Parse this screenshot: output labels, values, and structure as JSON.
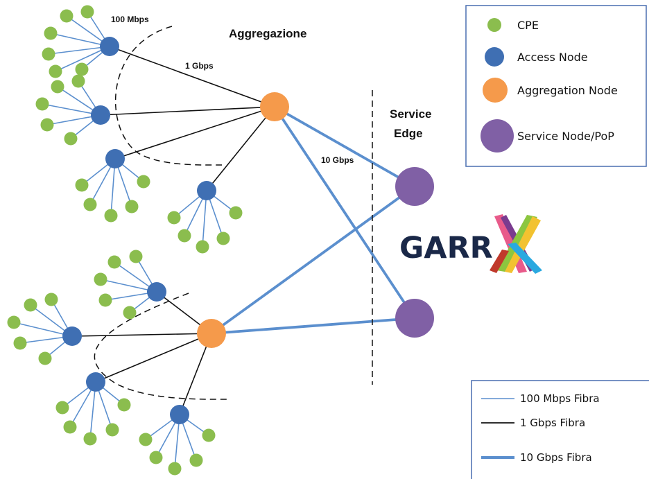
{
  "labels": {
    "speed_100": "100 Mbps",
    "speed_1g": "1 Gbps",
    "speed_10g": "10 Gbps",
    "aggregation": "Aggregazione",
    "service_edge_line1": "Service",
    "service_edge_line2": "Edge"
  },
  "logo": {
    "text": "GARR",
    "color": "#1a2848"
  },
  "legend_nodes": [
    {
      "label": "CPE",
      "color": "#8bbd4e",
      "icon": "cpe-dot"
    },
    {
      "label": "Access Node",
      "color": "#3f6fb3",
      "icon": "access-node-dot"
    },
    {
      "label": "Aggregation Node",
      "color": "#f59a4b",
      "icon": "aggregation-node-dot"
    },
    {
      "label": "Service Node/PoP",
      "color": "#8060a5",
      "icon": "service-node-dot"
    }
  ],
  "legend_links": [
    {
      "label": "100 Mbps Fibra",
      "color": "#5b8fce",
      "style": "thin"
    },
    {
      "label": "1 Gbps Fibra",
      "color": "#111111",
      "style": "medium"
    },
    {
      "label": "10 Gbps Fibra",
      "color": "#5b8fce",
      "style": "thick"
    }
  ],
  "colors": {
    "cpe": "#8bbd4e",
    "access": "#3f6fb3",
    "aggregation": "#f59a4b",
    "service": "#8060a5",
    "link_100m": "#5b8fce",
    "link_1g": "#111111",
    "link_10g": "#5b8fce",
    "legend_border": "#4a6fb0"
  }
}
